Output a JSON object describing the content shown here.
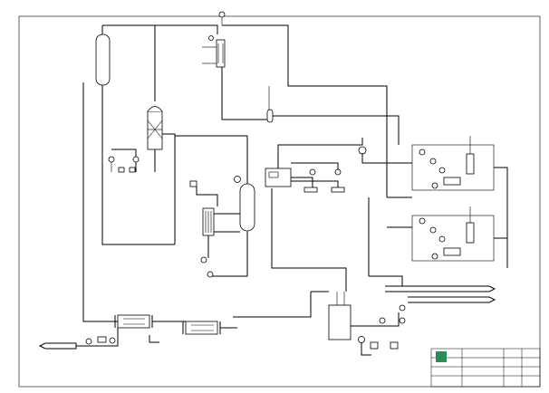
{
  "drawing": {
    "type": "process-flow-diagram",
    "colors": {
      "line": "#000000",
      "background": "#ffffff",
      "logo": "#2e8b57"
    },
    "icons": [
      "instrument-bubble",
      "heat-exchanger",
      "column",
      "pump",
      "flow-arrow",
      "logo-mark"
    ]
  }
}
